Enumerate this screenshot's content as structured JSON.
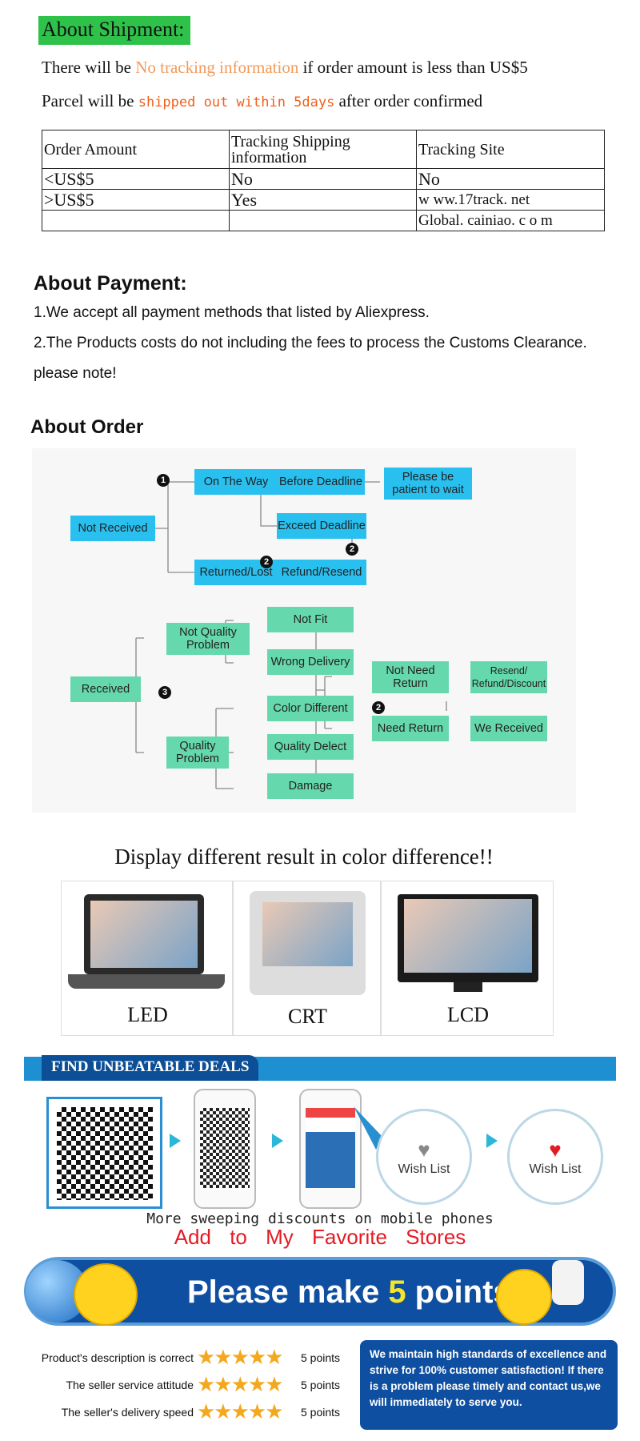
{
  "shipment": {
    "title": "About Shipment:",
    "line1_a": "There will be ",
    "line1_b": "No tracking information",
    "line1_c": " if order amount is less than US$5",
    "line2_a": "Parcel will be ",
    "line2_b": "shipped out within 5days",
    "line2_c": " after order confirmed",
    "table": {
      "headers": [
        "Order Amount",
        "Tracking Shipping information",
        "Tracking Site"
      ],
      "rows": [
        [
          "<US$5",
          "No",
          "No"
        ],
        [
          ">US$5",
          "Yes",
          "w ww.17track. net"
        ],
        [
          "",
          "",
          "Global. cainiao. c o m"
        ]
      ]
    }
  },
  "payment": {
    "title": "About Payment:",
    "line1": "1.We accept all payment methods that listed by Aliexpress.",
    "line2": "2.The Products costs do not including the fees to process the Customs Clearance.",
    "line3": "please note!"
  },
  "order": {
    "title": "About Order",
    "not_received": "Not Received",
    "on_the_way": "On The Way",
    "before_deadline": "Before Deadline",
    "please_wait": "Please be patient to wait",
    "exceed_deadline": "Exceed Deadline",
    "returned_lost": "Returned/Lost",
    "refund_resend": "Refund/Resend",
    "received": "Received",
    "not_quality": "Not Quality Problem",
    "quality": "Quality Problem",
    "not_fit": "Not Fit",
    "wrong_delivery": "Wrong Delivery",
    "color_different": "Color Different",
    "quality_defect": "Quality Delect",
    "damage": "Damage",
    "not_need_return": "Not Need Return",
    "need_return": "Need Return",
    "resend_refund": "Resend/ Refund/Discount",
    "we_received": "We Received",
    "n1": "1",
    "n2": "2",
    "n3": "3"
  },
  "monitors": {
    "title": "Display different result in color difference!!",
    "labels": [
      "LED",
      "CRT",
      "LCD"
    ]
  },
  "deals": {
    "banner": "FIND UNBEATABLE DEALS",
    "wish1": "Wish List",
    "wish2": "Wish List",
    "caption": "More sweeping discounts on mobile phones",
    "favorite": "Add to My Favorite Stores"
  },
  "rating": {
    "banner_a": "Please make ",
    "banner_num": "5",
    "banner_b": " points",
    "rows": [
      {
        "label": "Product's description is correct",
        "stars": 5,
        "points": "5 points"
      },
      {
        "label": "The seller service attitude",
        "stars": 5,
        "points": "5 points"
      },
      {
        "label": "The seller's delivery speed",
        "stars": 5,
        "points": "5 points"
      }
    ],
    "note": "We maintain high standards of excellence and strive for 100% customer satisfaction! If there is a problem please timely and contact us,we will immediately to serve you."
  },
  "colors": {
    "green_title": "#2fc24a",
    "blue_box": "#29c0ef",
    "green_box": "#66d8ad",
    "banner_blue": "#0e4fa1"
  }
}
